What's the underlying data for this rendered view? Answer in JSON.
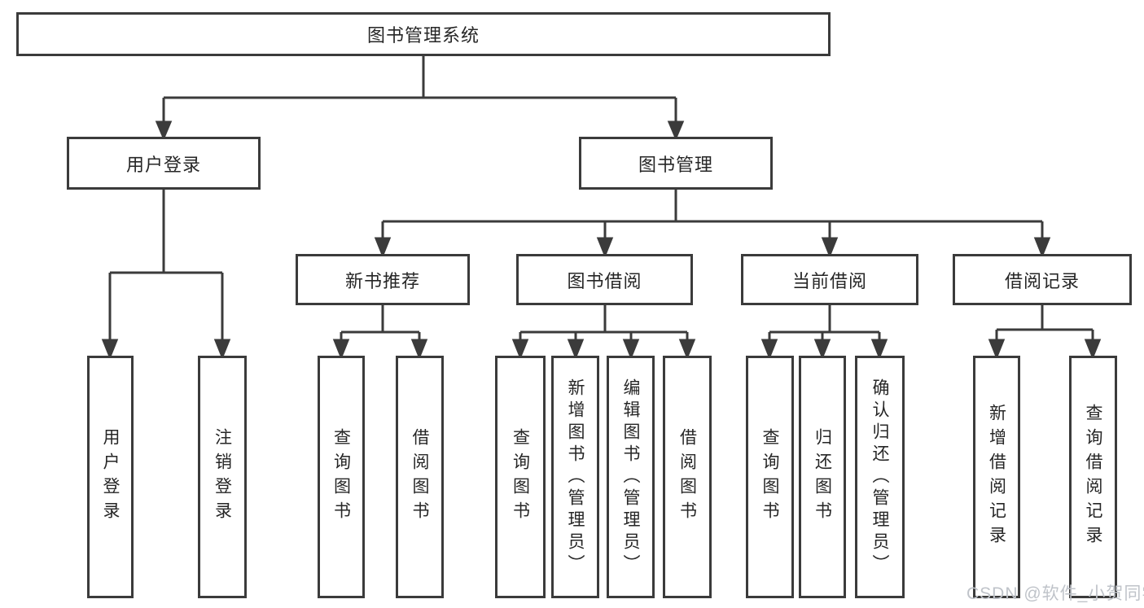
{
  "diagram": {
    "title_node": {
      "label": "图书管理系统"
    },
    "level2": [
      {
        "label": "用户登录"
      },
      {
        "label": "图书管理"
      }
    ],
    "level3": [
      {
        "label": "新书推荐"
      },
      {
        "label": "图书借阅"
      },
      {
        "label": "当前借阅"
      },
      {
        "label": "借阅记录"
      }
    ],
    "leaves": {
      "user_login": [
        "用户登录",
        "注销登录"
      ],
      "new_book": [
        "查询图书",
        "借阅图书"
      ],
      "book_borrow": [
        "查询图书",
        "新增图书（管理员）",
        "编辑图书（管理员）",
        "借阅图书"
      ],
      "current_borrow": [
        "查询图书",
        "归还图书",
        "确认归还（管理员）"
      ],
      "records": [
        "新增借阅记录",
        "查询借阅记录"
      ]
    },
    "watermark": "CSDN @软件_小贺同学",
    "colors": {
      "line": "#3b3b3b",
      "text": "#262626",
      "watermark": "#bfc3c9",
      "background": "#ffffff"
    }
  }
}
